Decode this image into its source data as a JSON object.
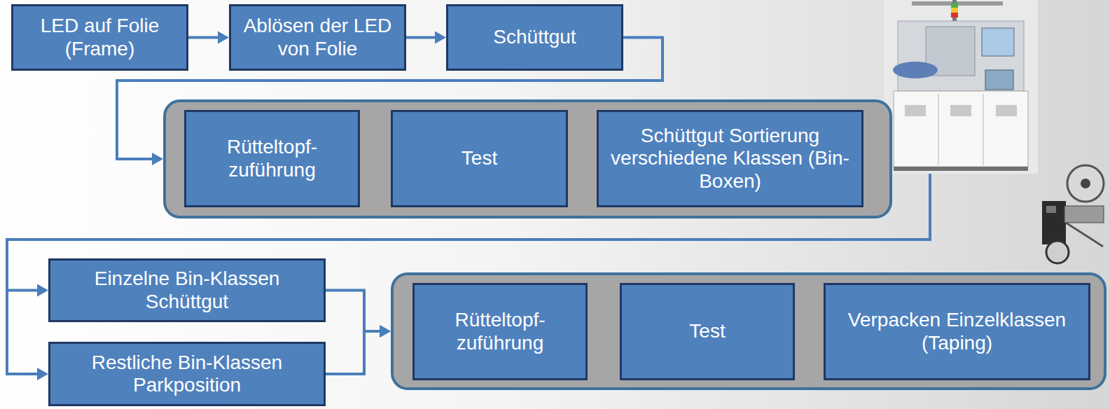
{
  "diagram": {
    "nodes": [
      {
        "text": [
          "LED auf Folie (Frame)"
        ]
      },
      {
        "text": [
          "Ablösen der LED von Folie"
        ]
      },
      {
        "text": [
          "Schüttgut"
        ]
      },
      {},
      {
        "text": [
          "Rütteltopf- zuführung"
        ],
        "in": 3
      },
      {
        "text": [
          "Test"
        ],
        "in": 3
      },
      {
        "text": [
          "Schüttgut Sortierung verschiedene Klassen (Bin-Boxen)"
        ],
        "in": 3
      },
      {
        "text": [
          "Einzelne Bin-Klassen Schüttgut"
        ]
      },
      {
        "text": [
          "Restliche Bin-Klassen Parkposition"
        ]
      },
      {},
      {
        "text": [
          "Rütteltopf- zuführung"
        ],
        "in": 9
      },
      {
        "text": [
          "Test"
        ],
        "in": 9
      },
      {
        "text": [
          "Verpacken Einzelklassen (Taping)"
        ],
        "in": 9
      }
    ],
    "edges": [
      {
        "from": 0,
        "to": 1,
        "arrow": "to"
      },
      {
        "from": 1,
        "to": 2,
        "arrow": "to"
      },
      {
        "from": 2,
        "to": 3,
        "arrow": "to"
      },
      {
        "from": 3,
        "to": 7,
        "arrow": "to"
      },
      {
        "from": 3,
        "to": 8,
        "arrow": "to"
      },
      {
        "from": 7,
        "to": 9,
        "arrow": "to"
      },
      {
        "from": 8,
        "to": 9,
        "arrow": "to"
      }
    ]
  }
}
